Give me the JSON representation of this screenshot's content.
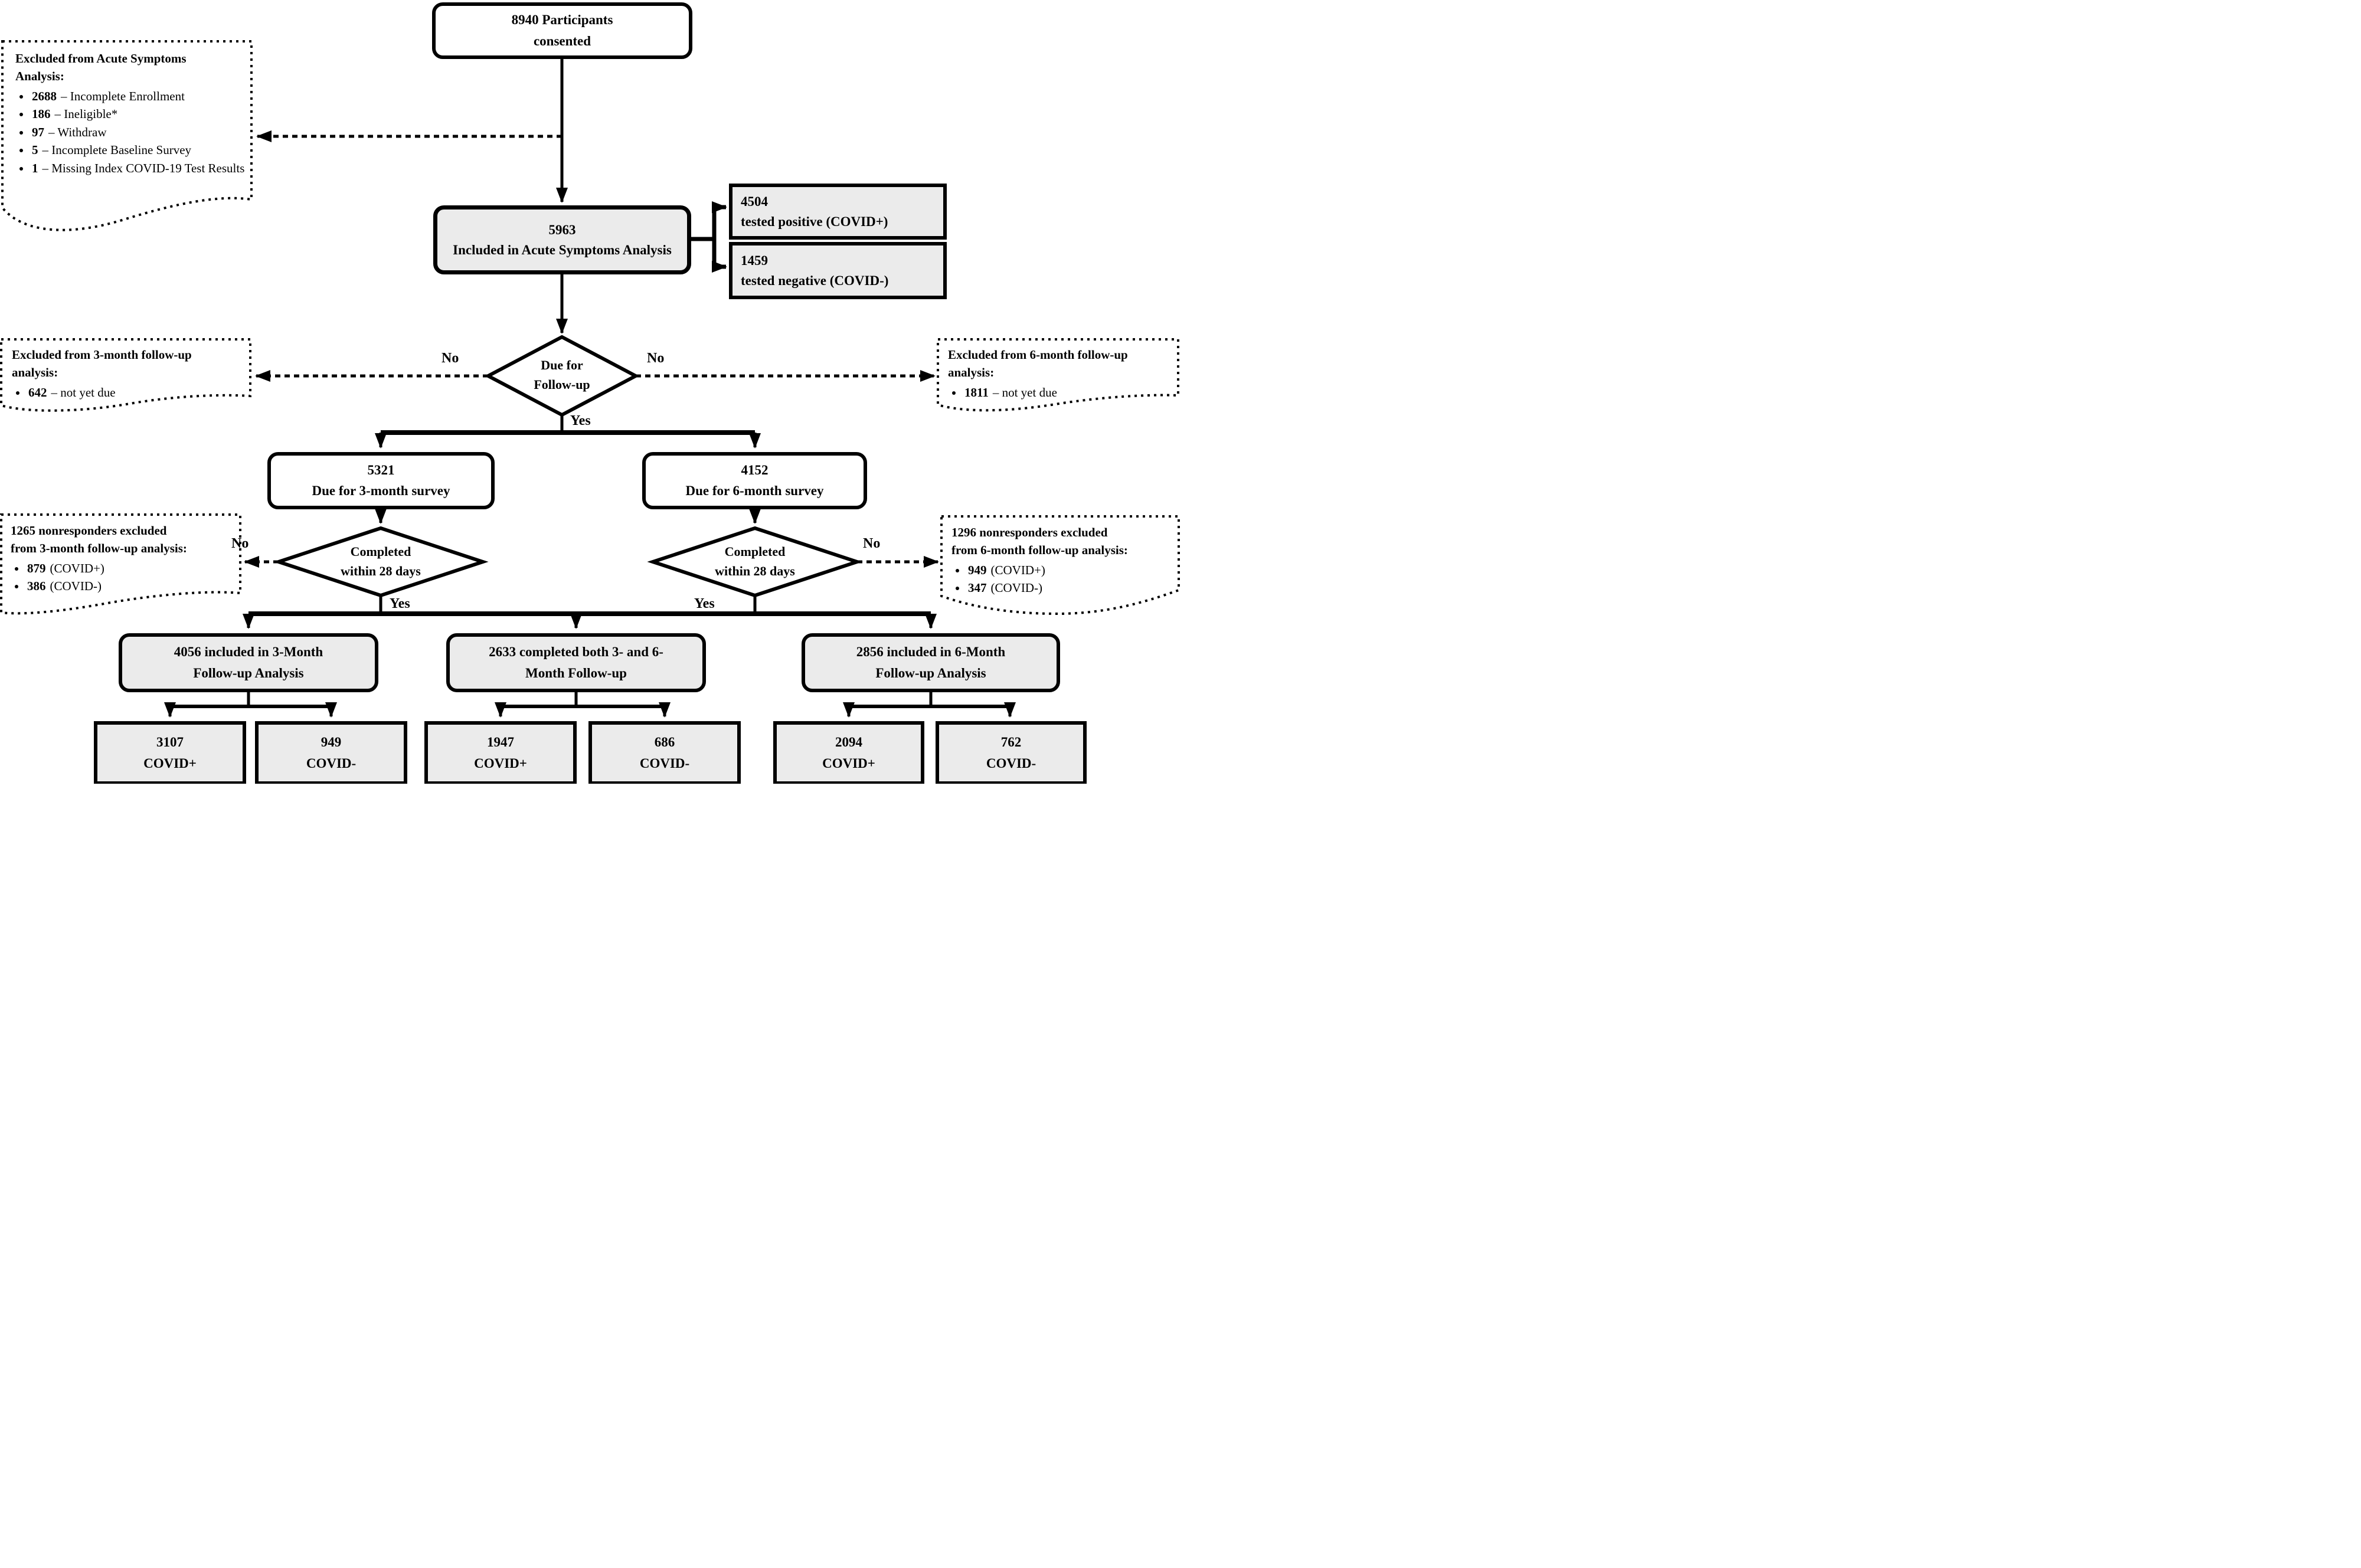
{
  "labels": {
    "yes": "Yes",
    "no": "No"
  },
  "boxes": {
    "consented": {
      "lines": [
        "8940 Participants",
        "consented"
      ]
    },
    "included_acute": {
      "number": "5963",
      "label": "Included in Acute Symptoms Analysis"
    },
    "tested_positive": {
      "number": "4504",
      "label": "tested positive (COVID+)"
    },
    "tested_negative": {
      "number": "1459",
      "label": "tested negative (COVID-)"
    },
    "decision_followup": {
      "lines": [
        "Due for",
        "Follow-up"
      ]
    },
    "survey_3mo": {
      "number": "5321",
      "label": "Due for 3-month survey"
    },
    "survey_6mo": {
      "number": "4152",
      "label": "Due for 6-month survey"
    },
    "decision_28d_3mo": {
      "lines": [
        "Completed",
        "within 28 days"
      ]
    },
    "decision_28d_6mo": {
      "lines": [
        "Completed",
        "within 28 days"
      ]
    },
    "followup_3mo": {
      "lines": [
        "4056 included in 3-Month",
        "Follow-up Analysis"
      ]
    },
    "both_followup": {
      "lines": [
        "2633 completed both 3- and 6-",
        "Month Follow-up"
      ]
    },
    "followup_6mo": {
      "lines": [
        "2856 included in 6-Month",
        "Follow-up Analysis"
      ]
    },
    "covid_pos_3mo": {
      "number": "3107",
      "label": "COVID+"
    },
    "covid_neg_3mo": {
      "number": "949",
      "label": "COVID-"
    },
    "covid_pos_both": {
      "number": "1947",
      "label": "COVID+"
    },
    "covid_neg_both": {
      "number": "686",
      "label": "COVID-"
    },
    "covid_pos_6mo": {
      "number": "2094",
      "label": "COVID+"
    },
    "covid_neg_6mo": {
      "number": "762",
      "label": "COVID-"
    }
  },
  "notes": {
    "excluded_acute": {
      "title_lines": [
        "Excluded from Acute Symptoms",
        "Analysis:"
      ],
      "items": [
        {
          "num": "2688",
          "text": "– Incomplete Enrollment"
        },
        {
          "num": "186",
          "text": "– Ineligible*"
        },
        {
          "num": "97",
          "text": "– Withdraw"
        },
        {
          "num": "5",
          "text": "– Incomplete Baseline Survey"
        },
        {
          "num": "1",
          "text": "– Missing Index COVID-19 Test Results"
        }
      ]
    },
    "excluded_3mo": {
      "title_lines": [
        "Excluded from 3-month follow-up",
        "analysis:"
      ],
      "items": [
        {
          "num": "642",
          "text": "– not yet due"
        }
      ]
    },
    "excluded_6mo": {
      "title_lines": [
        "Excluded from 6-month follow-up",
        "analysis:"
      ],
      "items": [
        {
          "num": "1811",
          "text": "– not yet due"
        }
      ]
    },
    "nonresponders_3mo": {
      "title_lines": [
        "1265 nonresponders excluded",
        "from 3-month follow-up analysis:"
      ],
      "items": [
        {
          "num": "879",
          "text": "(COVID+)"
        },
        {
          "num": "386",
          "text": "(COVID-)"
        }
      ]
    },
    "nonresponders_6mo": {
      "title_lines": [
        "1296 nonresponders excluded",
        "from 6-month follow-up analysis:"
      ],
      "items": [
        {
          "num": "949",
          "text": "(COVID+)"
        },
        {
          "num": "347",
          "text": "(COVID-)"
        }
      ]
    }
  },
  "colors": {
    "box_fill_gray": "#ebebeb",
    "stroke": "#000000"
  }
}
